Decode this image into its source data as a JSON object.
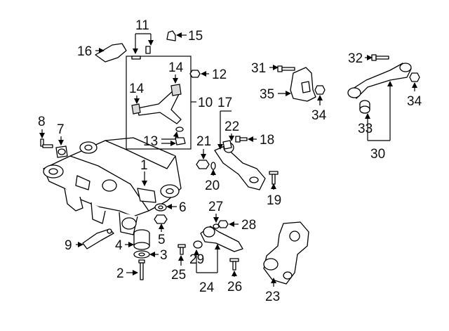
{
  "callouts": {
    "c1": "1",
    "c2": "2",
    "c3": "3",
    "c4": "4",
    "c5": "5",
    "c6": "6",
    "c7": "7",
    "c8": "8",
    "c9": "9",
    "c10": "10",
    "c11": "11",
    "c12": "12",
    "c13": "13",
    "c14a": "14",
    "c14b": "14",
    "c15": "15",
    "c16": "16",
    "c17": "17",
    "c18": "18",
    "c19": "19",
    "c20": "20",
    "c21": "21",
    "c22": "22",
    "c23": "23",
    "c24": "24",
    "c25": "25",
    "c26": "26",
    "c27": "27",
    "c28": "28",
    "c29": "29",
    "c30": "30",
    "c31": "31",
    "c32": "32",
    "c33": "33",
    "c34a": "34",
    "c34b": "34",
    "c35": "35"
  }
}
